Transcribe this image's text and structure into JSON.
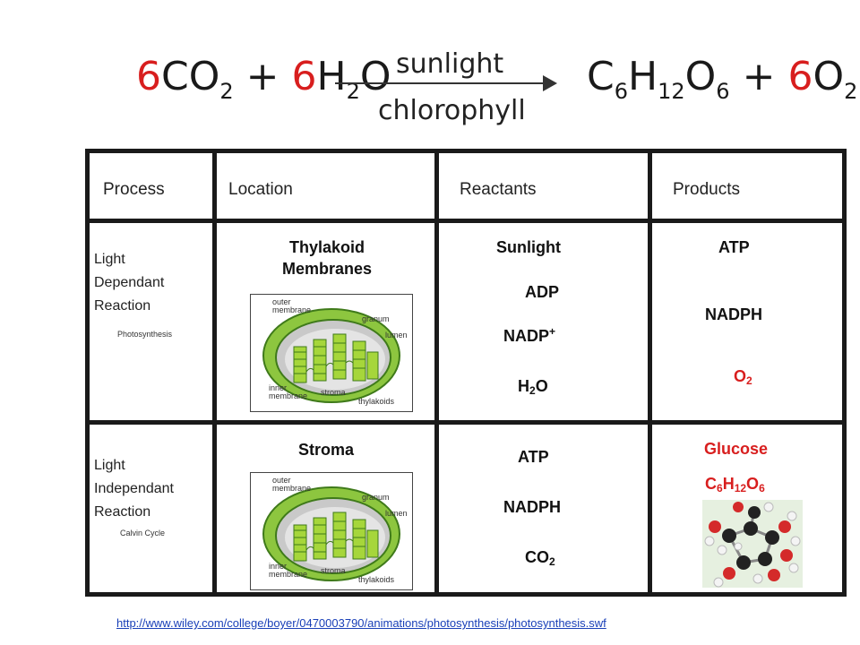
{
  "equation": {
    "co2_coef": "6",
    "co2": "CO",
    "co2_sub": "2",
    "plus1": "+",
    "h2o_coef": "6",
    "h2o_h": "H",
    "h2o_sub": "2",
    "h2o_o": "O",
    "above_arrow": "sunlight",
    "below_arrow": "chlorophyll",
    "glucose_c": "C",
    "glucose_c_sub": "6",
    "glucose_h": "H",
    "glucose_h_sub": "12",
    "glucose_o": "O",
    "glucose_o_sub": "6",
    "plus2": "+",
    "o2_coef": "6",
    "o2": "O",
    "o2_sub": "2"
  },
  "table": {
    "headers": [
      "Process",
      "Location",
      "Reactants",
      "Products"
    ],
    "row1": {
      "process_lines": [
        "Light",
        "Dependant",
        "Reaction"
      ],
      "process_note": "Photosynthesis",
      "location_title_1": "Thylakoid",
      "location_title_2": "Membranes",
      "reactants": {
        "sunlight": "Sunlight",
        "adp": "ADP",
        "nadp": "NADP",
        "nadp_sup": "+",
        "h2o_h": "H",
        "h2o_sub": "2",
        "h2o_o": "O"
      },
      "products": {
        "atp": "ATP",
        "nadph": "NADPH",
        "o2": "O",
        "o2_sub": "2"
      }
    },
    "row2": {
      "process_lines": [
        "Light",
        "Independant",
        "Reaction"
      ],
      "process_note": "Calvin Cycle",
      "location_title": "Stroma",
      "reactants": {
        "atp": "ATP",
        "nadph": "NADPH",
        "co2": "CO",
        "co2_sub": "2"
      },
      "products": {
        "glucose": "Glucose",
        "c": "C",
        "c_sub": "6",
        "h": "H",
        "h_sub": "12",
        "o": "O",
        "o_sub": "6"
      }
    }
  },
  "chloroplast_labels": [
    "outer membrane",
    "granum",
    "lumen",
    "inner membrane",
    "stroma",
    "thylakoids"
  ],
  "source_url": "http://www.wiley.com/college/boyer/0470003790/animations/photosynthesis/photosynthesis.swf",
  "colors": {
    "accent_red": "#d81e1e",
    "chloroplast_green": "#8dc63f",
    "dark_green": "#3f7a1a",
    "link_blue": "#1a40b8"
  },
  "icons": [
    "chloroplast-diagram",
    "glucose-molecule-model"
  ]
}
